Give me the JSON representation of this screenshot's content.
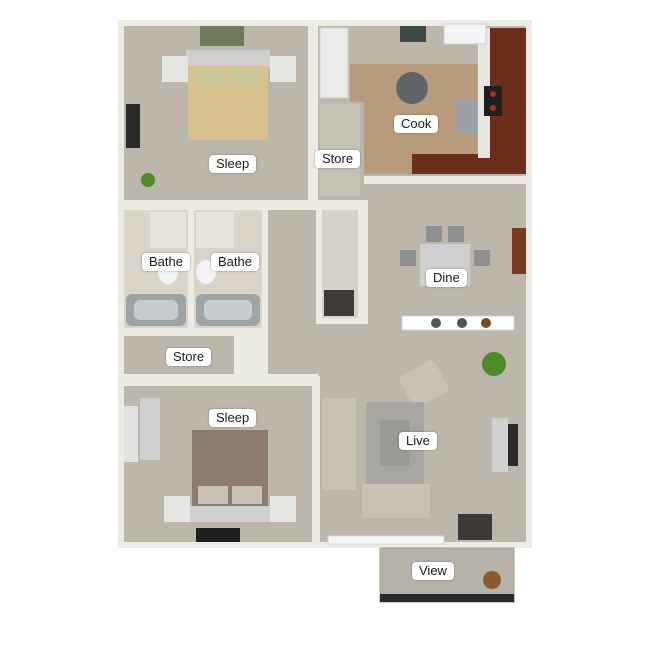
{
  "rooms": [
    {
      "id": "sleep-top",
      "label": "Sleep"
    },
    {
      "id": "cook",
      "label": "Cook"
    },
    {
      "id": "store-hall",
      "label": "Store"
    },
    {
      "id": "bathe-left",
      "label": "Bathe"
    },
    {
      "id": "bathe-right",
      "label": "Bathe"
    },
    {
      "id": "dine",
      "label": "Dine"
    },
    {
      "id": "store-mid",
      "label": "Store"
    },
    {
      "id": "sleep-bottom",
      "label": "Sleep"
    },
    {
      "id": "live",
      "label": "Live"
    },
    {
      "id": "view",
      "label": "View"
    }
  ],
  "colors": {
    "wall": "#ecebe3",
    "carpet": "#bcb7aa",
    "bath_floor": "#d9d3c8",
    "wood_floor": "#b79b7c",
    "cabinet": "#6b2e1a",
    "bed_top": "#d9c18e",
    "bed_bottom": "#8b7b72",
    "sofa": "#c9c2b3",
    "plant": "#4f8a2b"
  }
}
